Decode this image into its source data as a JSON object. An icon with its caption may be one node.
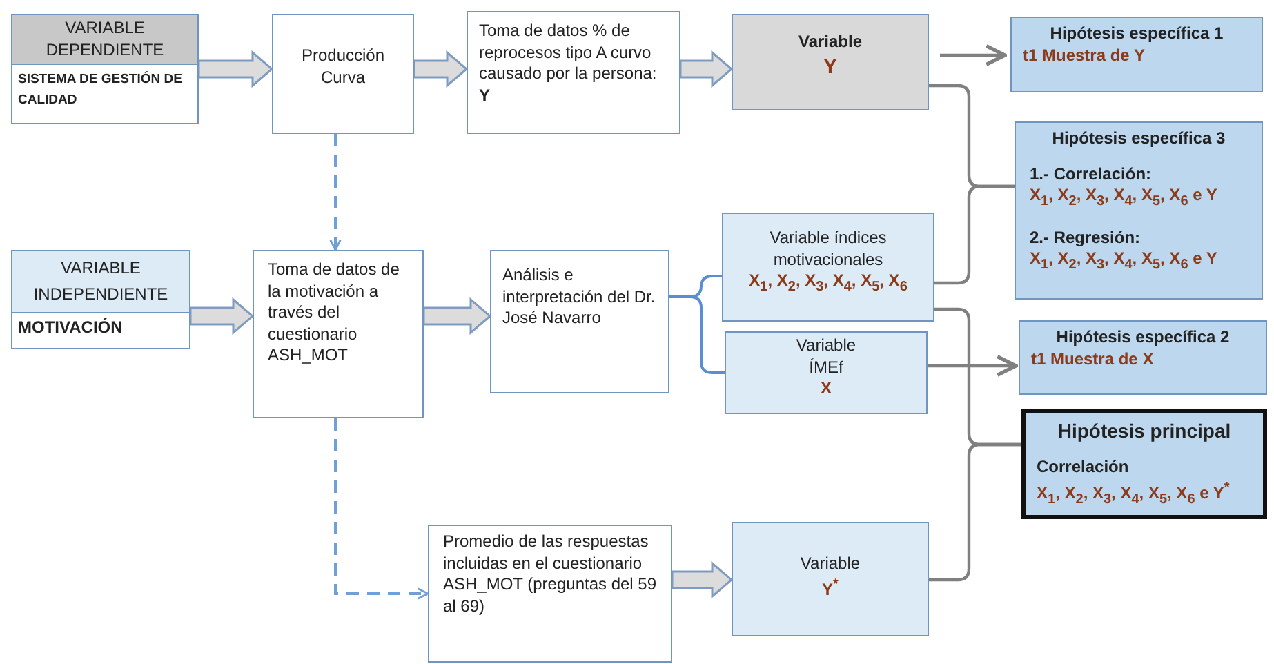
{
  "diagram": {
    "nodes": [
      {
        "text": [
          "VARIABLE DEPENDIENTE",
          "SISTEMA DE GESTIÓN DE CALIDAD"
        ]
      },
      {
        "text": [
          "Producción Curva"
        ]
      },
      {
        "text": [
          "Toma de datos % de reprocesos tipo A curvo causado por la persona: **Y**"
        ]
      },
      {
        "text": [
          "Variable",
          "Y"
        ]
      },
      {
        "text": [
          "Hipótesis específica 1",
          "t1 Muestra de Y"
        ]
      },
      {
        "text": [
          "Hipótesis específica 3",
          "1.- Correlación:",
          "X$_{1}$, X$_{2}$, X$_{3}$, X$_{4}$, X$_{5}$, X$_{6}$ e Y",
          "2.- Regresión:",
          "X$_{1}$, X$_{2}$, X$_{3}$, X$_{4}$, X$_{5}$, X$_{6}$ e Y"
        ]
      },
      {
        "text": [
          "VARIABLE INDEPENDIENTE",
          "MOTIVACIÓN"
        ]
      },
      {
        "text": [
          "Toma de datos de la motivación a través del cuestionario ASH_MOT"
        ]
      },
      {
        "text": [
          "Análisis e interpretación del Dr. José Navarro"
        ]
      },
      {
        "text": [
          "Variable índices motivacionales",
          "X$_{1}$, X$_{2}$, X$_{3}$, X$_{4}$, X$_{5}$, X$_{6}$"
        ]
      },
      {
        "text": [
          "Variable",
          "ÍMEf",
          "X"
        ]
      },
      {
        "text": [
          "Hipótesis específica 2",
          "t1 Muestra de X"
        ]
      },
      {
        "text": [
          "Hipótesis principal",
          "Correlación",
          "X$_{1}$, X$_{2}$, X$_{3}$, X$_{4}$, X$_{5}$, X$_{6}$ e Y$^{*}$"
        ]
      },
      {
        "text": [
          "Promedio de las respuestas incluidas en el cuestionario ASH_MOT (preguntas del 59 al 69)"
        ]
      },
      {
        "text": [
          "Variable",
          "Y$^{*}$"
        ]
      }
    ],
    "edges": [
      {
        "from": 0,
        "to": 1,
        "arrow": "to",
        "style": "thick"
      },
      {
        "from": 1,
        "to": 2,
        "arrow": "to",
        "style": "thick"
      },
      {
        "from": 2,
        "to": 3,
        "arrow": "to",
        "style": "thick"
      },
      {
        "from": 3,
        "to": 4,
        "arrow": "to"
      },
      {
        "from": 1,
        "to": 7,
        "arrow": "to",
        "style": "dashed",
        "color": "#6fa0d8"
      },
      {
        "from": 6,
        "to": 7,
        "arrow": "to",
        "style": "thick"
      },
      {
        "from": 7,
        "to": 8,
        "arrow": "to",
        "style": "thick"
      },
      {
        "from": 8,
        "to": 9,
        "arrow": "none",
        "color": "#5b8ed0"
      },
      {
        "from": 8,
        "to": 10,
        "arrow": "none",
        "color": "#5b8ed0"
      },
      {
        "from": 3,
        "to": 5,
        "arrow": "none"
      },
      {
        "from": 9,
        "to": 5,
        "arrow": "none"
      },
      {
        "from": 10,
        "to": 11,
        "arrow": "to"
      },
      {
        "from": 9,
        "to": 12,
        "arrow": "none"
      },
      {
        "from": 14,
        "to": 12,
        "arrow": "none"
      },
      {
        "from": 7,
        "to": 13,
        "arrow": "to",
        "style": "dashed",
        "color": "#6fa0d8"
      },
      {
        "from": 13,
        "to": 14,
        "arrow": "to",
        "style": "thick"
      }
    ]
  }
}
